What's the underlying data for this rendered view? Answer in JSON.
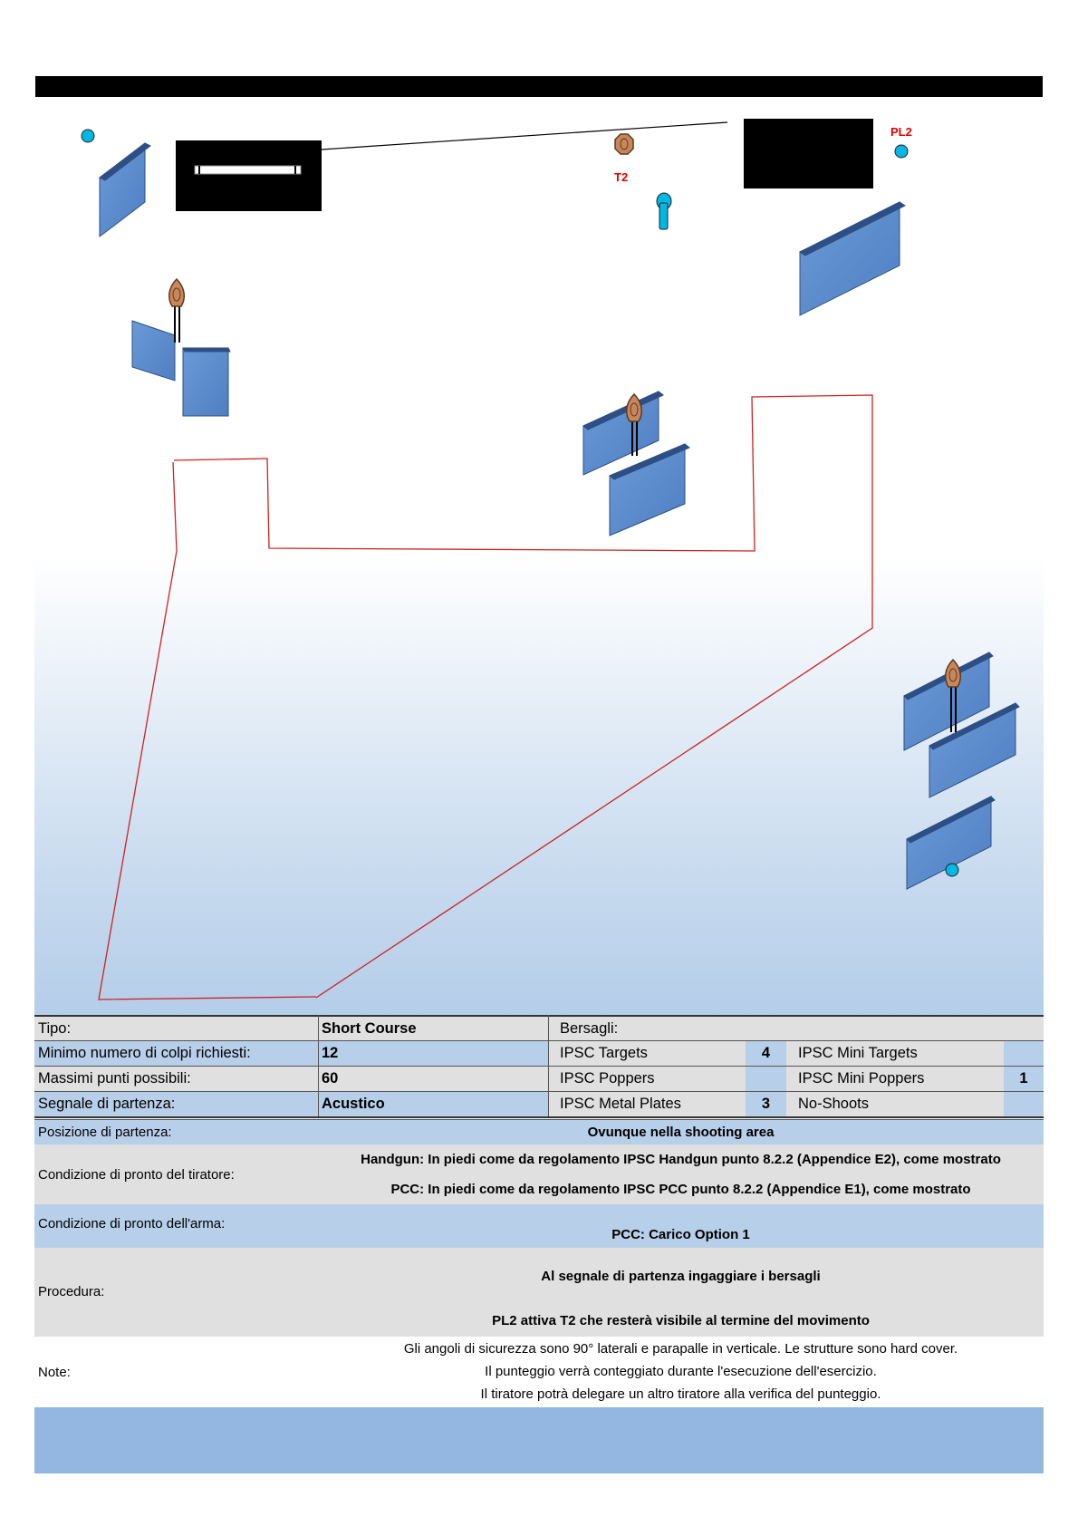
{
  "stage_map": {
    "labels": {
      "pl2": "PL2",
      "t2": "T2"
    },
    "colors": {
      "wall": "#5b8fd1",
      "wall_edge": "#2d4f85",
      "fault_line": "#cc2222",
      "popper": "#00b7e6",
      "target": "#c8875a"
    }
  },
  "info": {
    "tipo_label": "Tipo:",
    "tipo_value": "Short Course",
    "bersagli_label": "Bersagli:",
    "min_colpi_label": "Minimo numero di colpi richiesti:",
    "min_colpi_value": "12",
    "max_punti_label": "Massimi punti possibili:",
    "max_punti_value": "60",
    "segnale_label": "Segnale di partenza:",
    "segnale_value": "Acustico",
    "targets": {
      "ipsc_targets_label": "IPSC Targets",
      "ipsc_targets_count": "4",
      "ipsc_poppers_label": "IPSC Poppers",
      "ipsc_poppers_count": "",
      "ipsc_metal_plates_label": "IPSC Metal Plates",
      "ipsc_metal_plates_count": "3",
      "mini_targets_label": "IPSC Mini Targets",
      "mini_poppers_label": "IPSC Mini Poppers",
      "no_shoots_label": "No-Shoots",
      "mini_group_count": "1"
    },
    "posizione_label": "Posizione di partenza:",
    "posizione_value": "Ovunque nella shooting area",
    "condizione_tiratore_label": "Condizione di pronto del tiratore:",
    "condizione_tiratore_handgun": "Handgun: In piedi come da regolamento IPSC Handgun punto 8.2.2 (Appendice E2), come mostrato",
    "condizione_tiratore_pcc": "PCC: In piedi come da regolamento IPSC PCC punto 8.2.2 (Appendice E1), come mostrato",
    "condizione_arma_label": "Condizione di pronto dell'arma:",
    "condizione_arma_value": "PCC: Carico Option 1",
    "procedura_label": "Procedura:",
    "procedura_line1": "Al segnale di partenza ingaggiare i bersagli",
    "procedura_line2": "PL2 attiva T2 che resterà visibile al termine del movimento",
    "note_label": "Note:",
    "note_line1": "Gli angoli di sicurezza sono 90° laterali e parapalle in verticale. Le strutture sono hard cover.",
    "note_line2": "Il punteggio verrà conteggiato durante l'esecuzione dell'esercizio.",
    "note_line3": "Il tiratore potrà delegare un altro tiratore alla verifica del punteggio."
  }
}
